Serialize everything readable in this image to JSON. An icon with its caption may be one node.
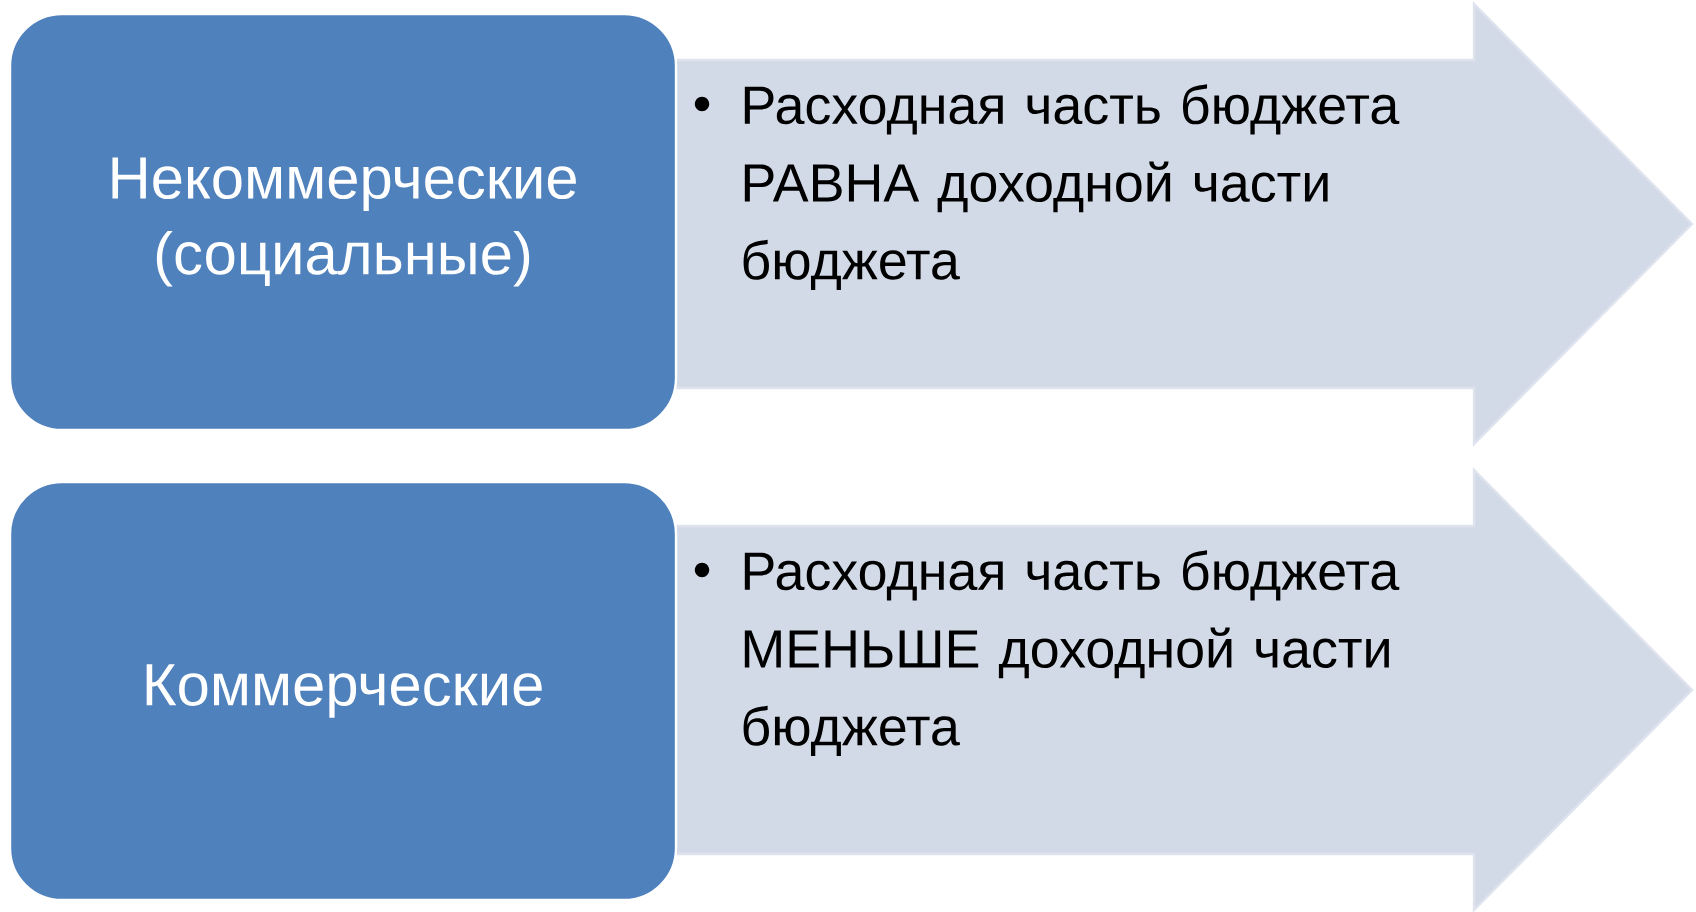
{
  "diagram": {
    "nodes": [
      {
        "text": [
          "Некоммерческие (социальные)"
        ]
      },
      {
        "text": [
          "Расходная часть бюджета РАВНА доходной части бюджета"
        ]
      },
      {
        "text": [
          "Коммерческие"
        ]
      },
      {
        "text": [
          "Расходная часть бюджета МЕНЬШЕ доходной части бюджета"
        ]
      }
    ]
  }
}
